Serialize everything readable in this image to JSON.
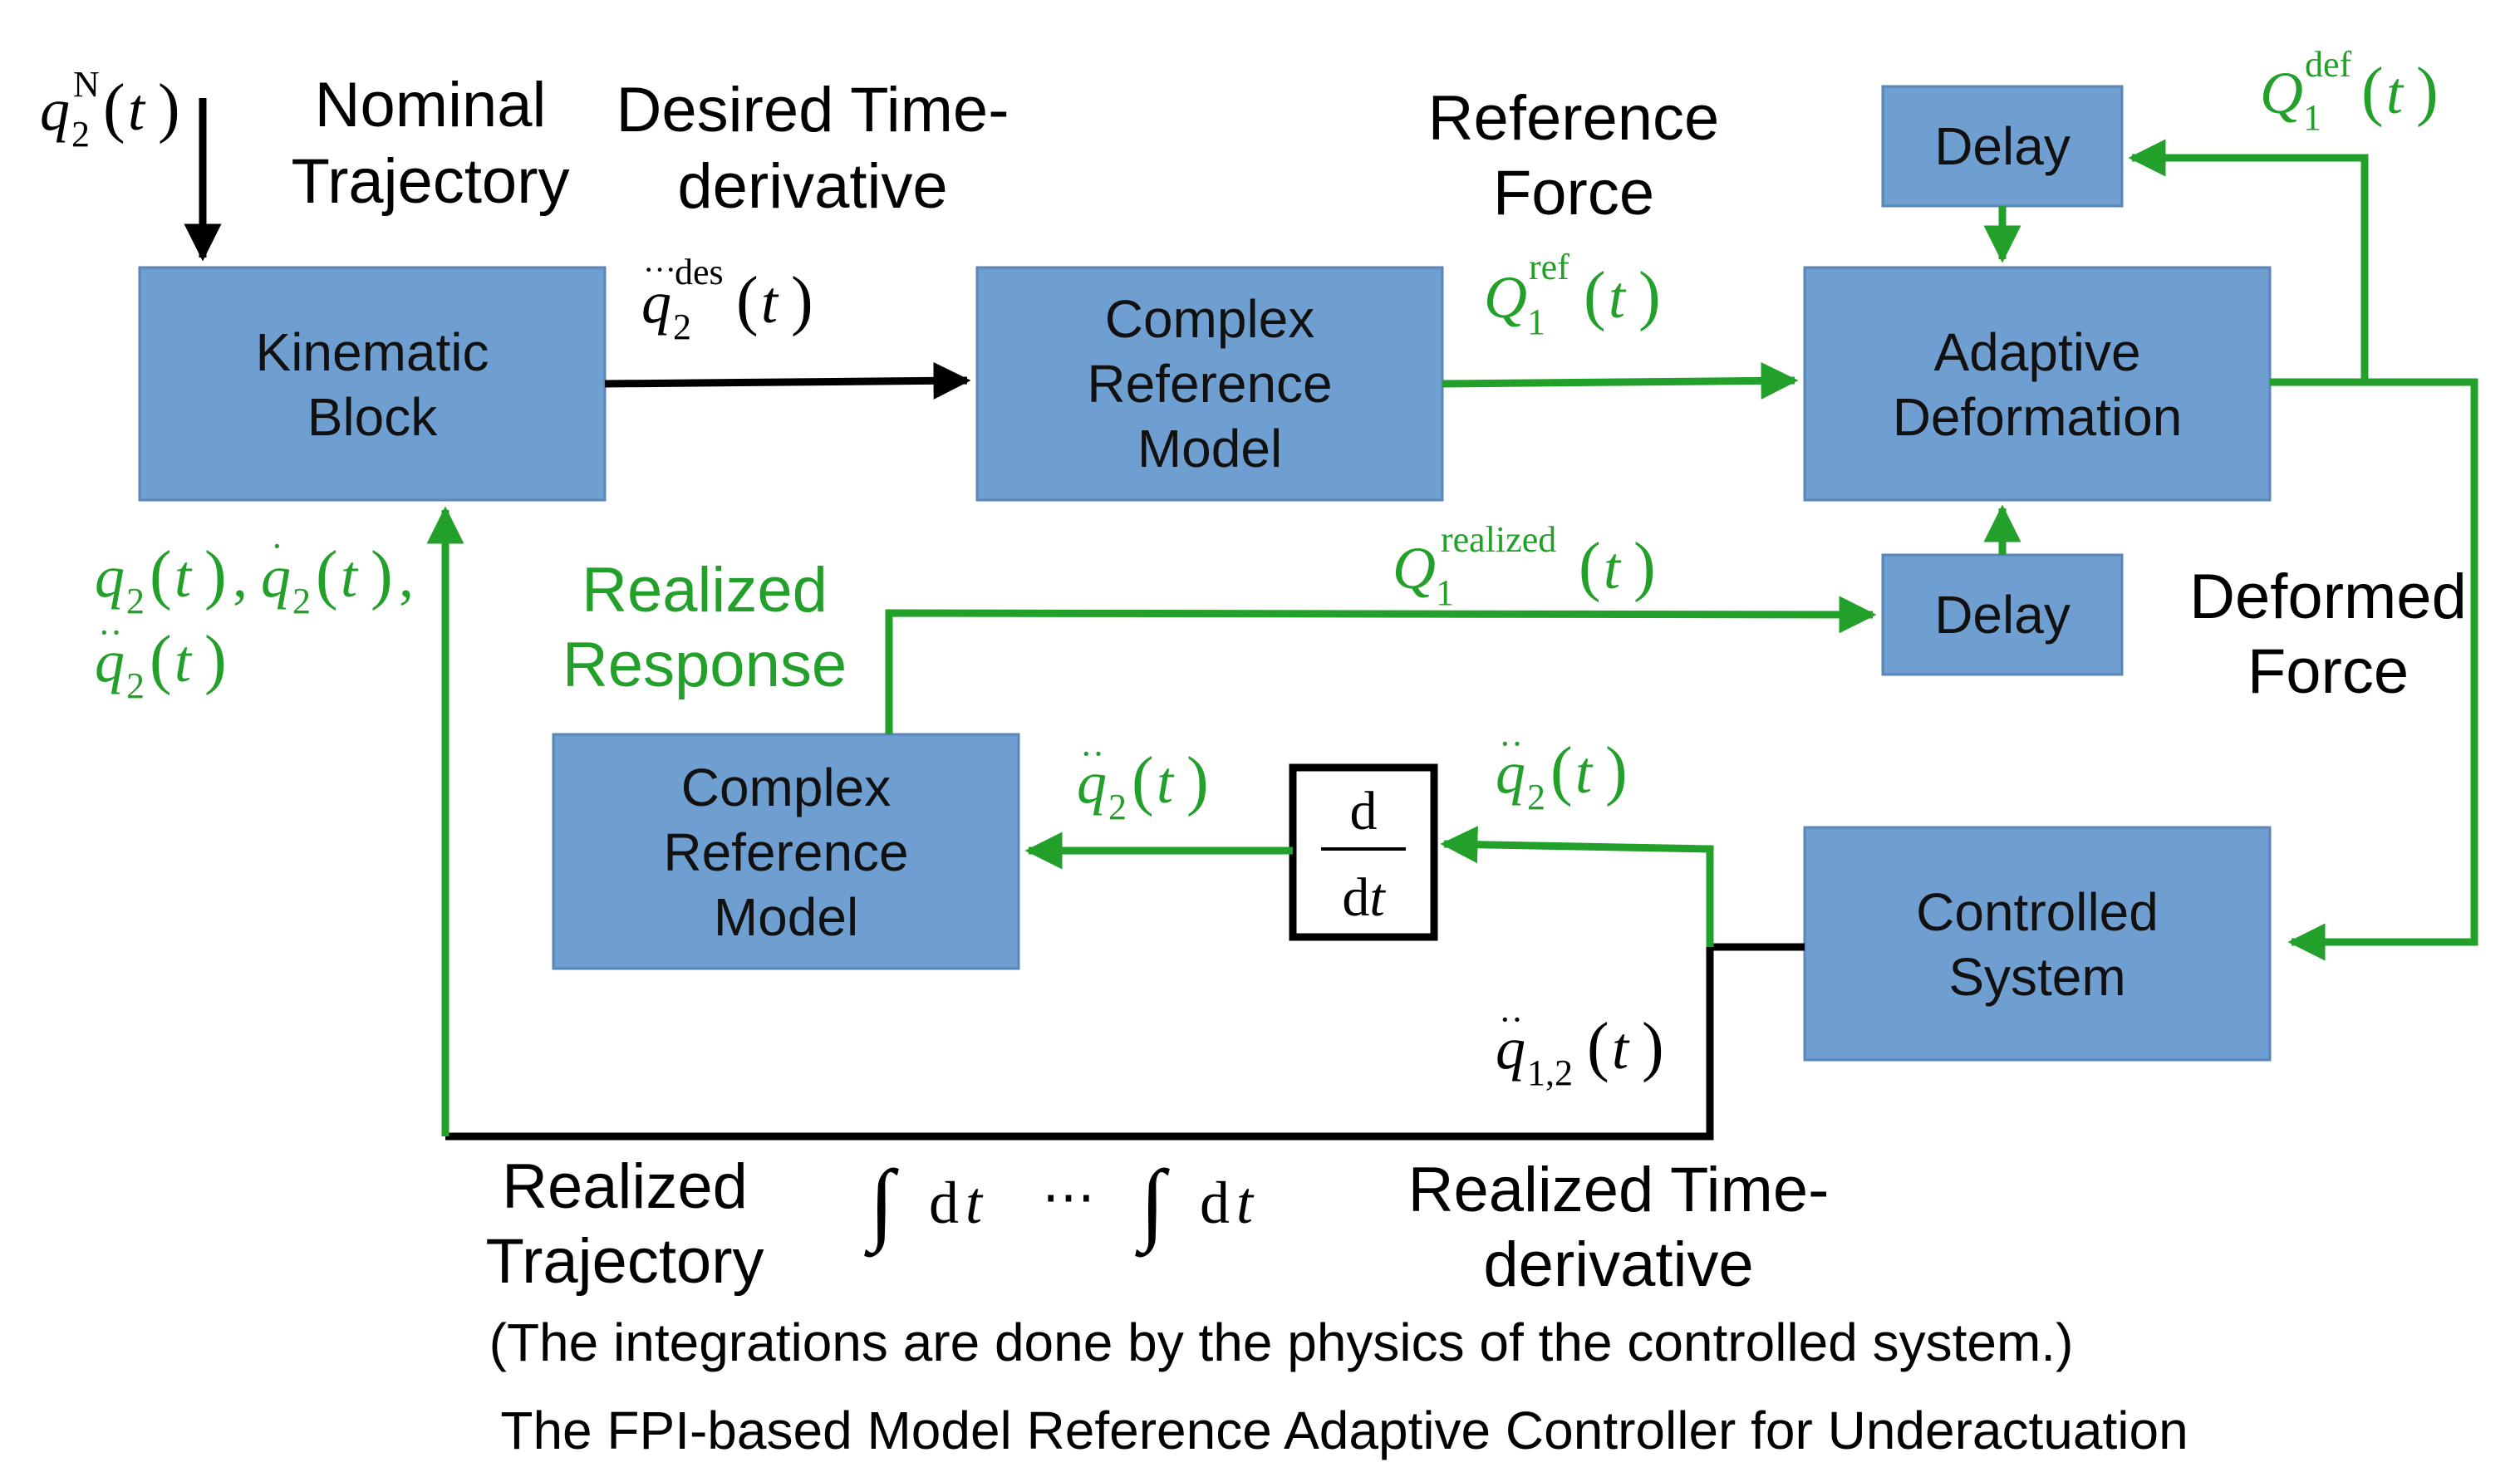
{
  "colors": {
    "box_fill": "#6f9fd0",
    "box_stroke": "#5b86b8",
    "green": "#22a02a",
    "black": "#000000"
  },
  "blocks": {
    "kinematic": [
      "Kinematic",
      "Block"
    ],
    "complex_ref_top": [
      "Complex",
      "Reference",
      "Model"
    ],
    "adaptive": [
      "Adaptive",
      "Deformation"
    ],
    "delay_top": "Delay",
    "delay_mid": "Delay",
    "complex_ref_bottom": [
      "Complex",
      "Reference",
      "Model"
    ],
    "controlled": [
      "Controlled",
      "System"
    ],
    "derivative_num": "d",
    "derivative_den": "d",
    "derivative_den_var": "t"
  },
  "labels": {
    "nominal": [
      "Nominal",
      "Trajectory"
    ],
    "desired": [
      "Desired Time-",
      "derivative"
    ],
    "reference_force": [
      "Reference",
      "Force"
    ],
    "realized_response": [
      "Realized",
      "Response"
    ],
    "deformed_force": [
      "Deformed",
      "Force"
    ],
    "realized_trajectory": [
      "Realized",
      "Trajectory"
    ],
    "realized_time_deriv": [
      "Realized Time-",
      "derivative"
    ],
    "integration_note": "(The integrations are done by the physics of the controlled system.)",
    "caption": "The FPI-based Model Reference Adaptive Controller for Underactuation"
  },
  "math": {
    "q": "q",
    "Q": "Q",
    "t": "t",
    "sub2": "2",
    "sub1": "1",
    "sub12": "1,2",
    "sup_N": "N",
    "sup_des": "des",
    "sup_ref": "ref",
    "sup_def": "def",
    "sup_realized": "realized",
    "comma": ",",
    "dt": "d",
    "ellipsis": "⋯"
  }
}
